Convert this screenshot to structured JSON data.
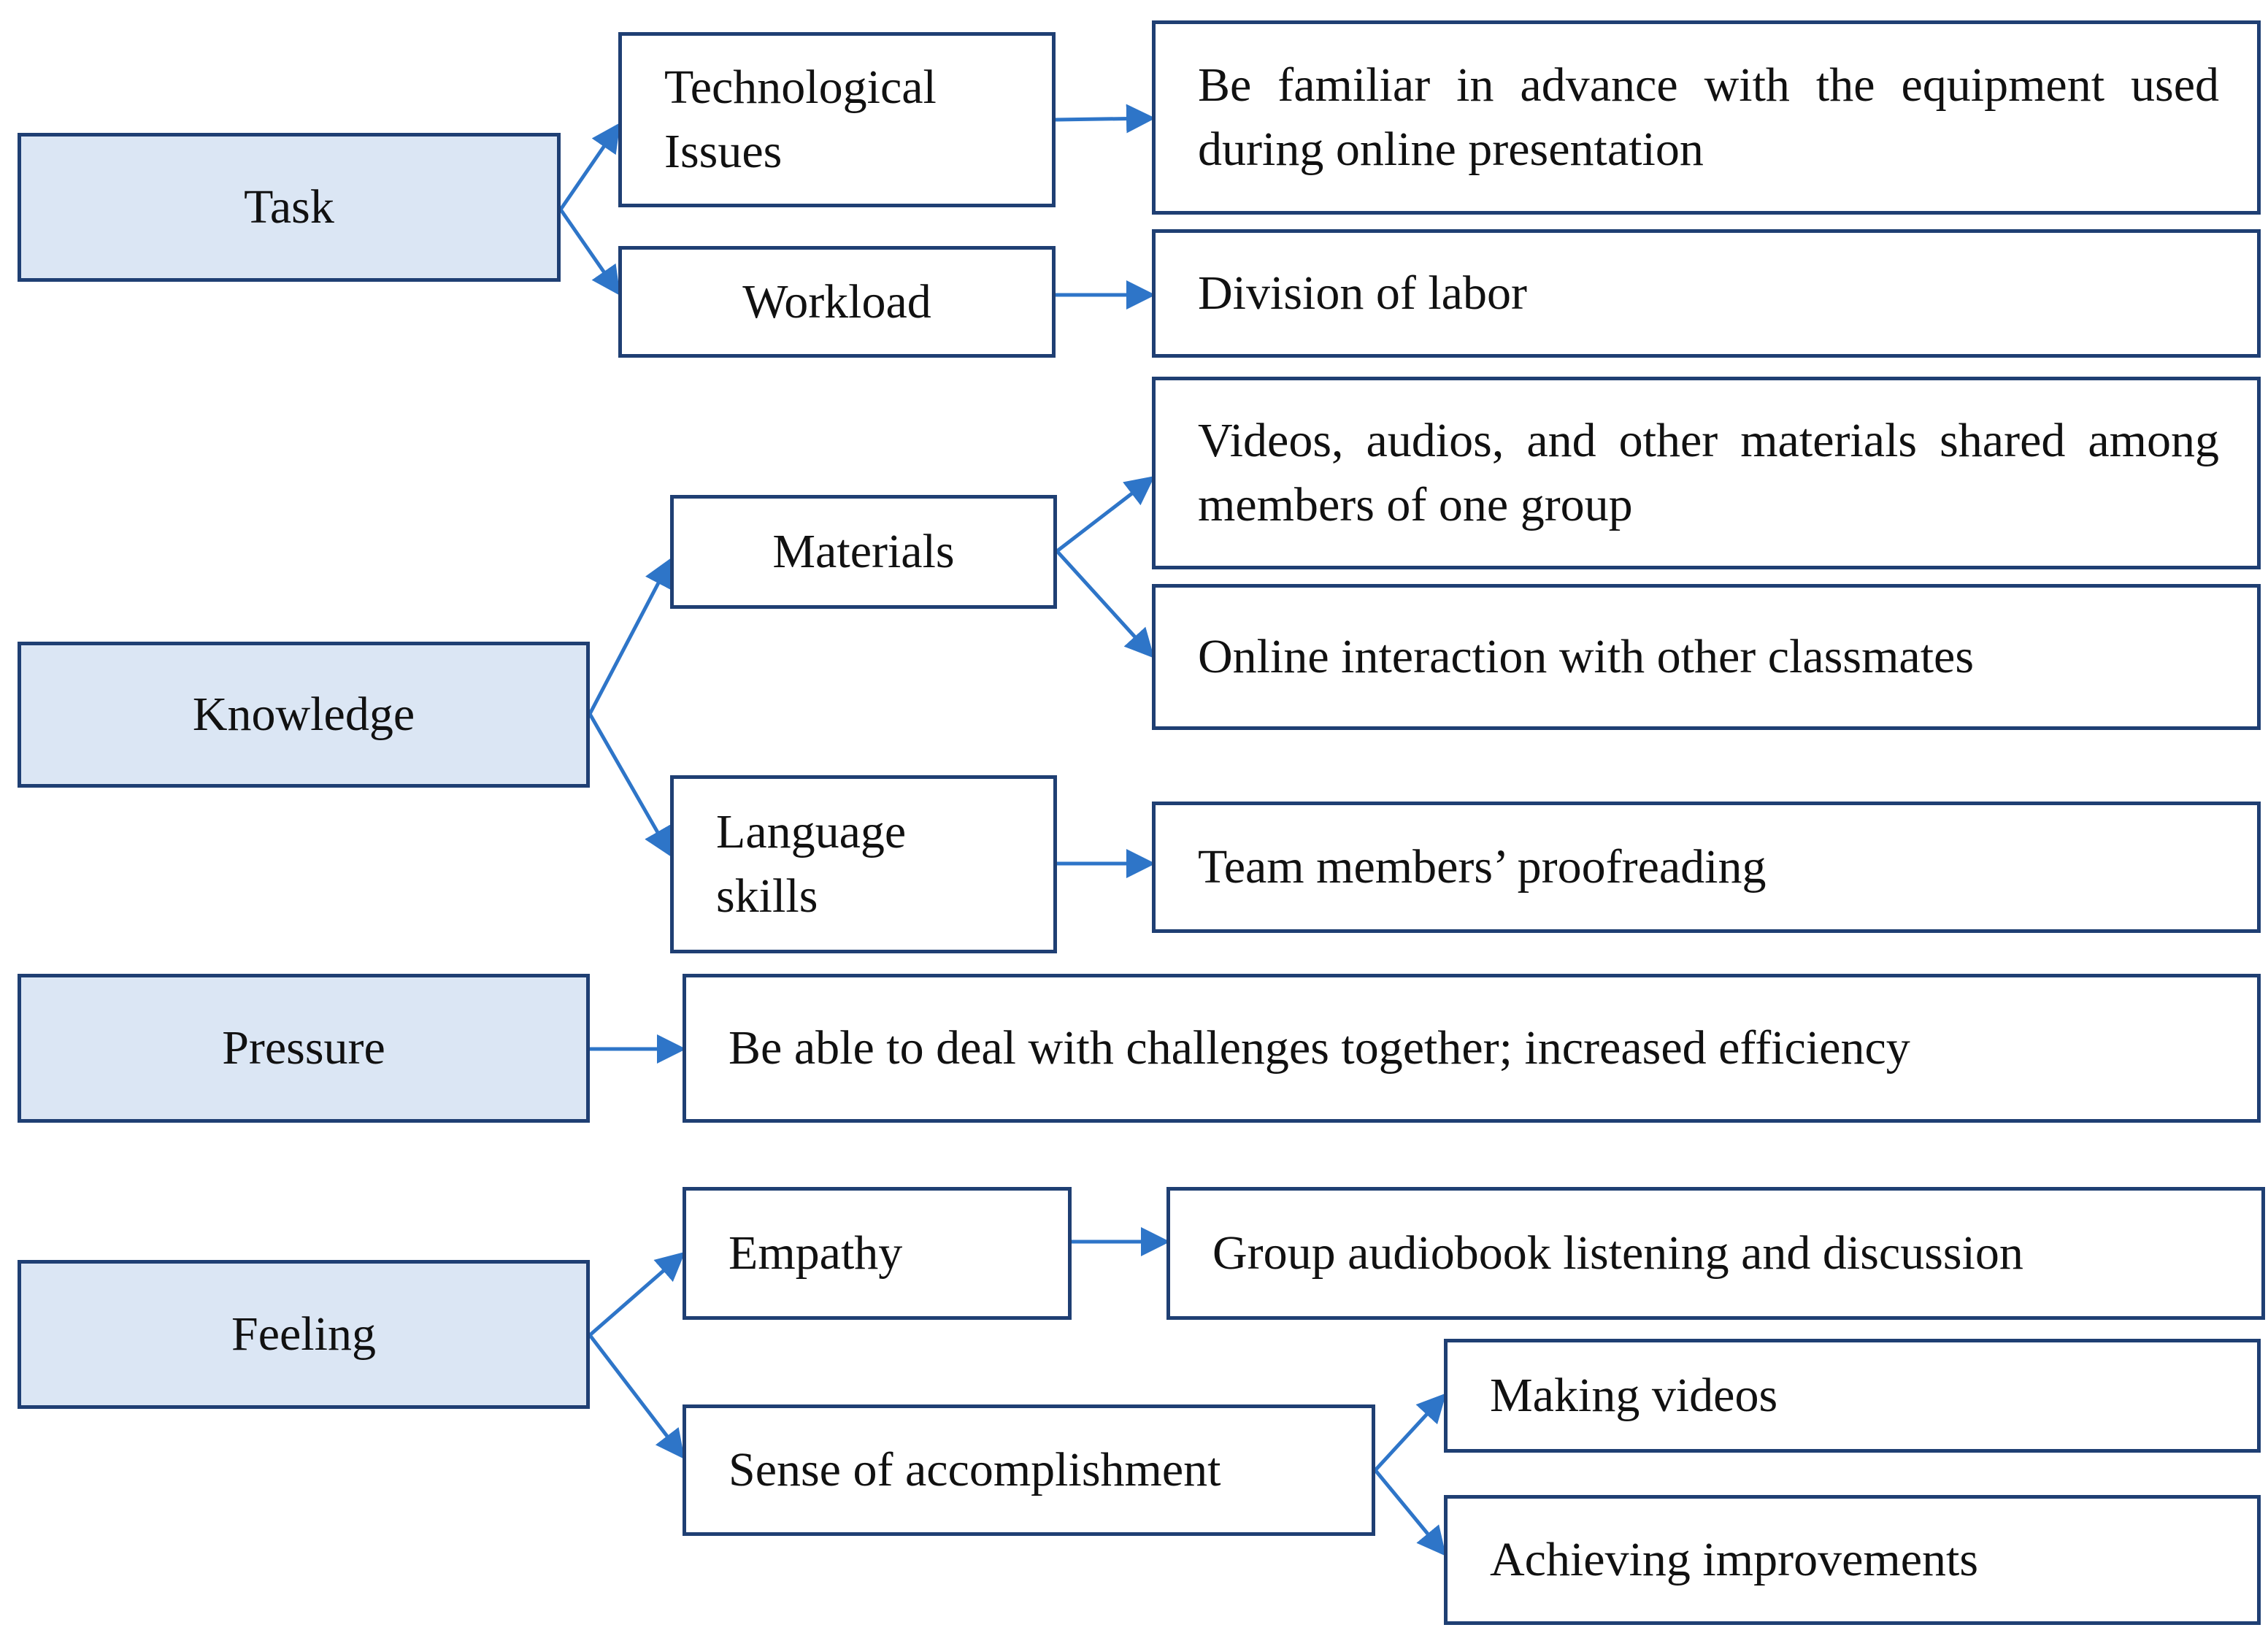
{
  "colors": {
    "category_fill": "#dbe6f4",
    "box_border": "#1f3f73",
    "arrow": "#2e75c8"
  },
  "categories": {
    "task": {
      "label": "Task",
      "children": {
        "technological_issues": {
          "label": "Technological Issues",
          "outcome": "Be familiar in advance with the equipment used during online presentation"
        },
        "workload": {
          "label": "Workload",
          "outcome": "Division of labor"
        }
      }
    },
    "knowledge": {
      "label": "Knowledge",
      "children": {
        "materials": {
          "label": "Materials",
          "outcomes": [
            "Videos, audios, and other materials shared among members of one group",
            "Online interaction with other classmates"
          ]
        },
        "language_skills": {
          "label": "Language skills",
          "outcome": "Team members’ proofreading"
        }
      }
    },
    "pressure": {
      "label": "Pressure",
      "outcome": "Be able to deal with challenges together; increased efficiency"
    },
    "feeling": {
      "label": "Feeling",
      "children": {
        "empathy": {
          "label": "Empathy",
          "outcome": "Group audiobook listening and discussion"
        },
        "sense_of_accomplishment": {
          "label": "Sense of accomplishment",
          "outcomes": [
            "Making videos",
            "Achieving improvements"
          ]
        }
      }
    }
  }
}
